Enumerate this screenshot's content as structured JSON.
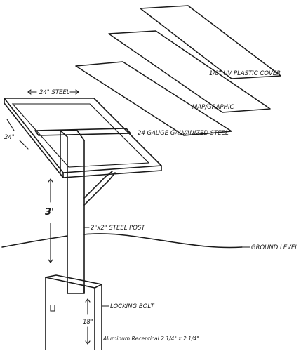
{
  "labels": {
    "cover": "1/8\" UV PLASTIC COVER",
    "map": "MAP/GRAPHIC",
    "steel_sheet": "24 GAUGE GALVANIZED STEEL",
    "frame_width": "24\" STEEL",
    "frame_depth": "24\"",
    "post_height": "3'",
    "post": "2\"x2\" STEEL POST",
    "ground": "GROUND LEVEL",
    "bolt": "LOCKING BOLT",
    "receptacle_depth": "18\"",
    "receptacle": "Aluminum Receptical 2 1/4\" x 2 1/4\""
  }
}
